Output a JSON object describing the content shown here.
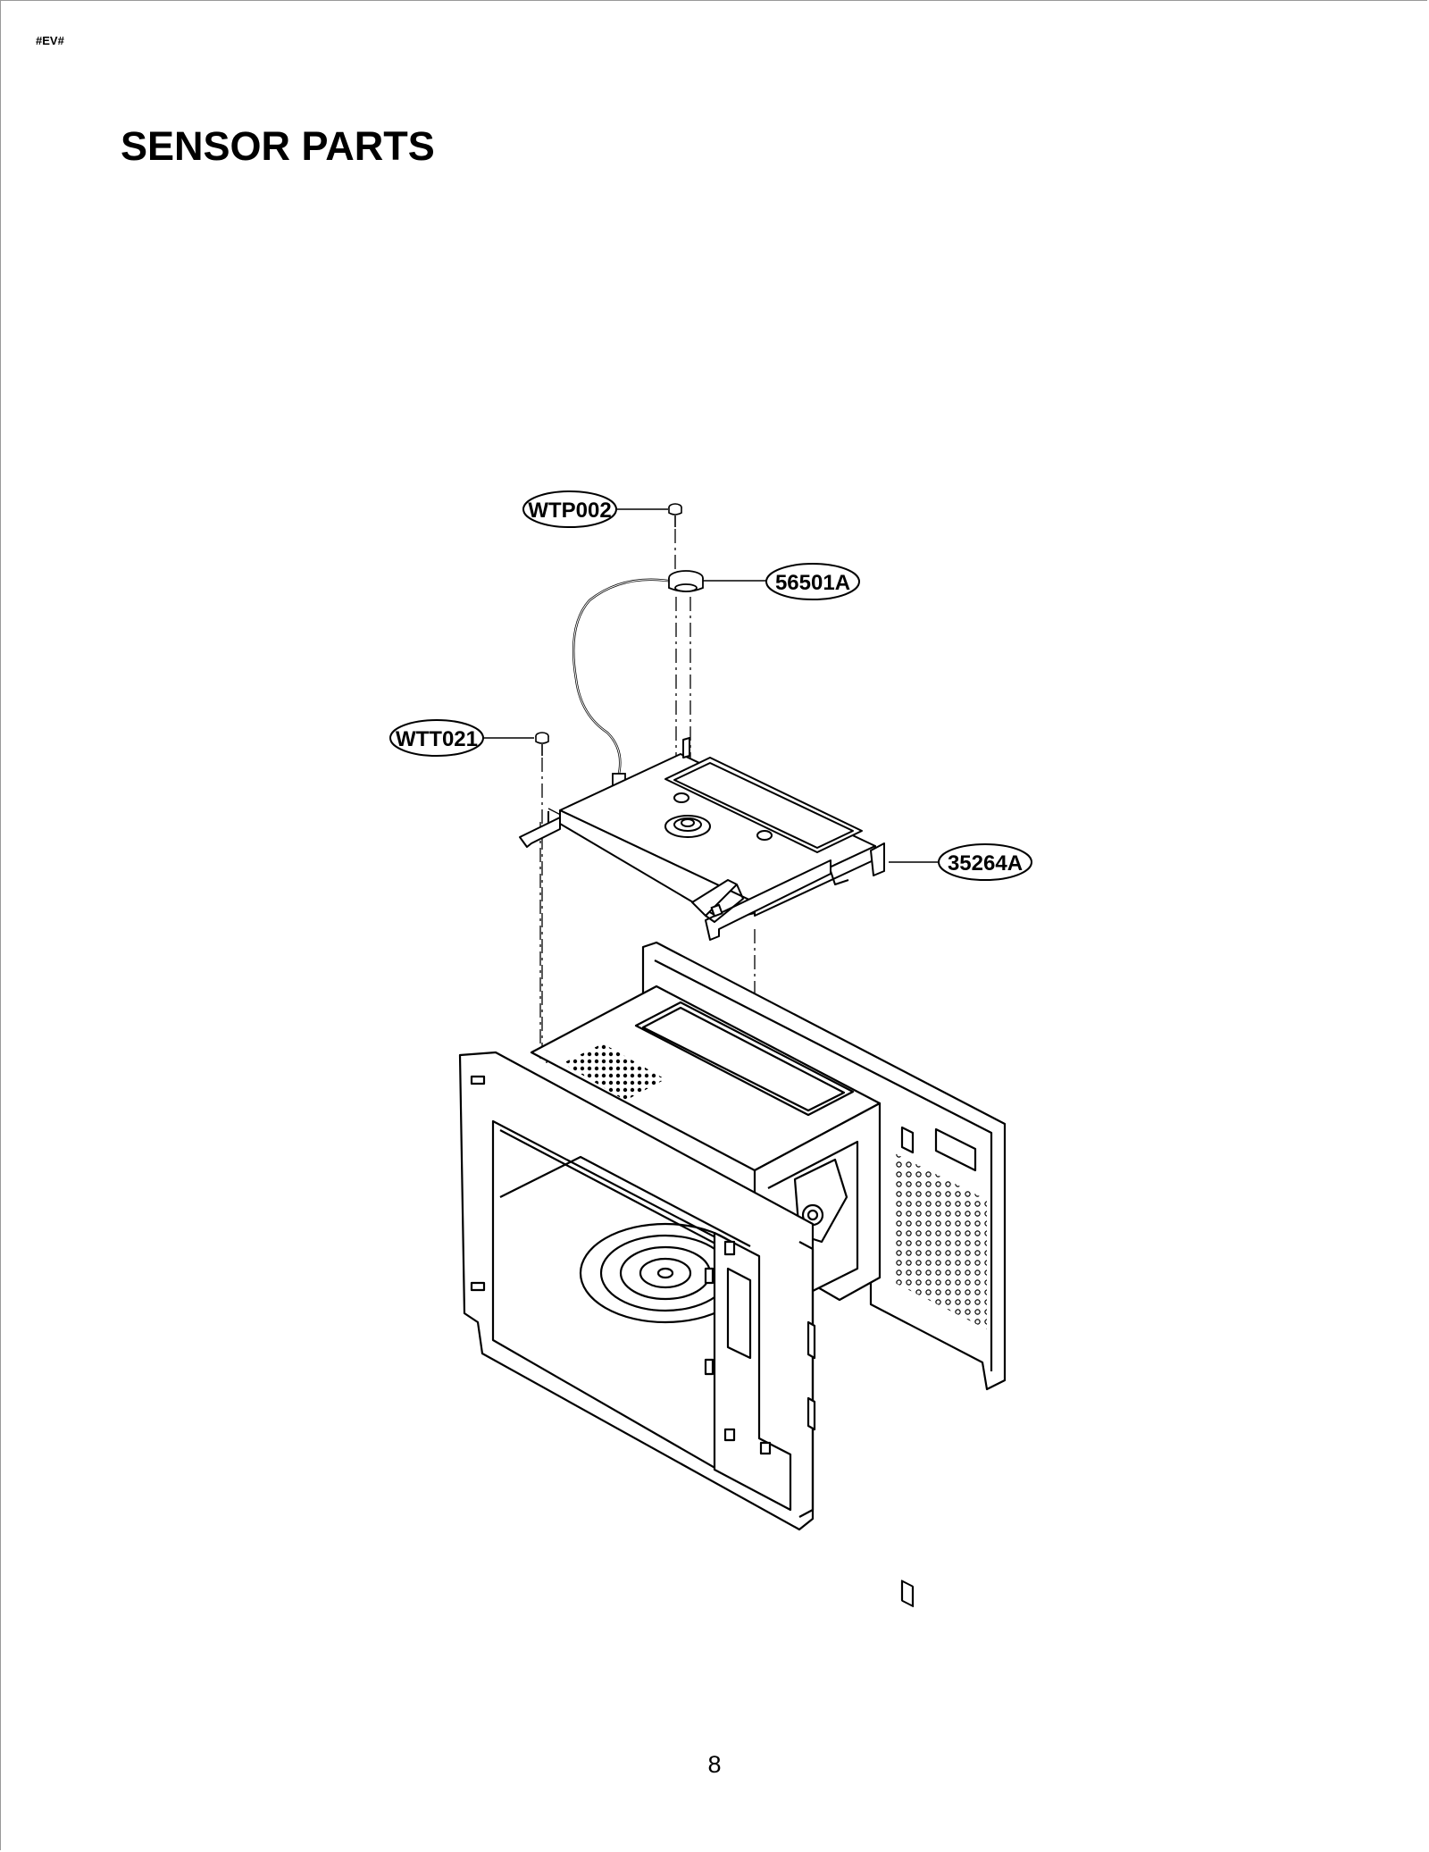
{
  "header": {
    "doc_tag": "#EV#"
  },
  "title": "SENSOR PARTS",
  "diagram": {
    "callouts": [
      {
        "id": "WTP002",
        "label": "WTP002"
      },
      {
        "id": "56501A",
        "label": "56501A"
      },
      {
        "id": "WTT021",
        "label": "WTT021"
      },
      {
        "id": "35264A",
        "label": "35264A"
      }
    ]
  },
  "footer": {
    "page_number": "8"
  }
}
